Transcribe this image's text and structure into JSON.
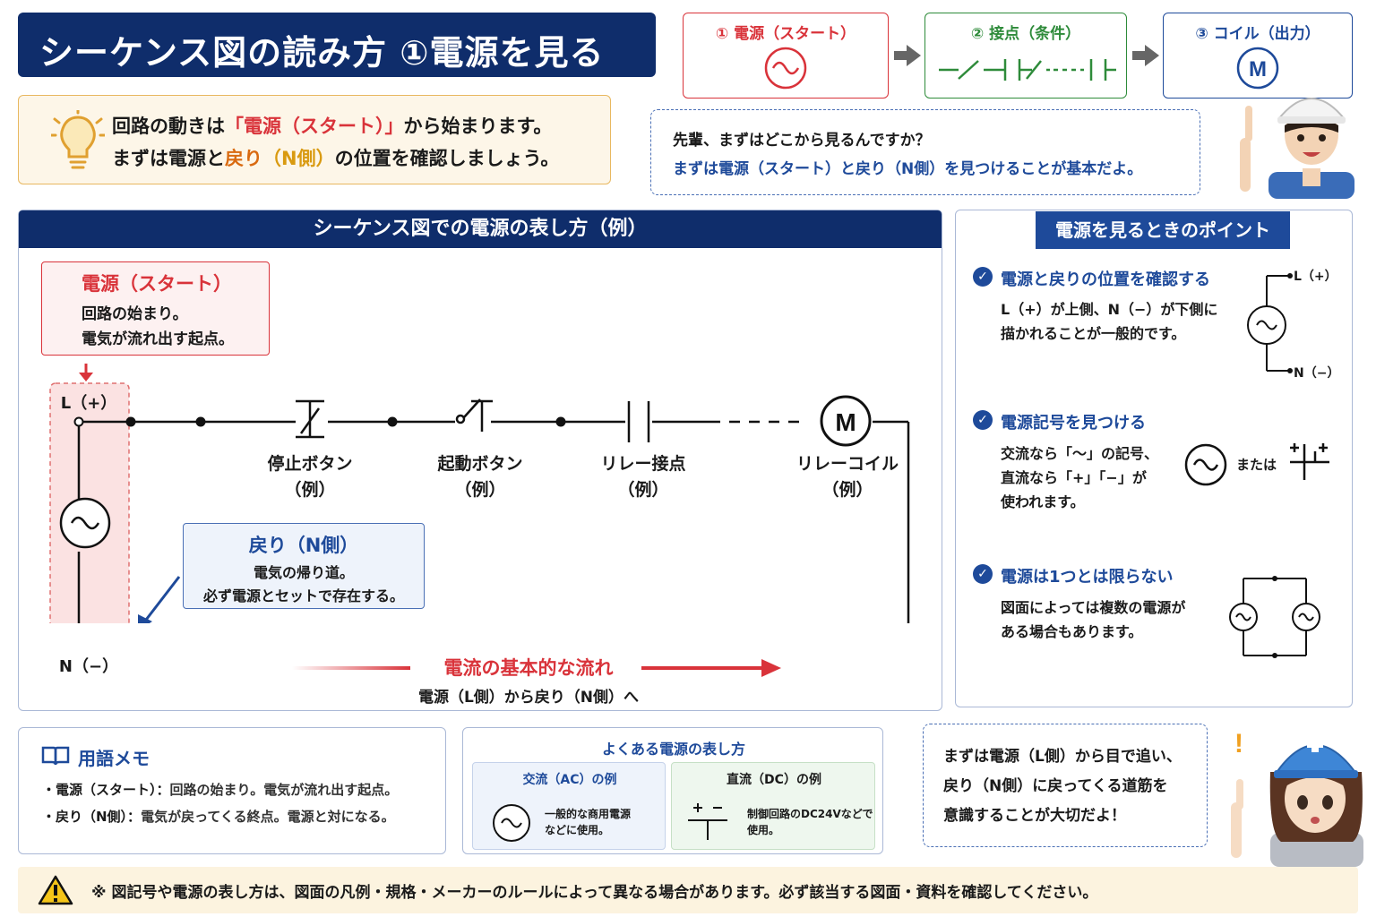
{
  "title": "シーケンス図の読み方 ①電源を見る",
  "flow": {
    "step1": "① 電源（スタート）",
    "step2": "② 接点（条件）",
    "step3": "③ コイル（出力）",
    "coil_symbol": "M"
  },
  "intro": {
    "line1_a": "回路の動きは",
    "line1_b": "「電源（スタート）」",
    "line1_c": "から始まります。",
    "line2_a": "まずは電源と",
    "line2_b": "戻り",
    "line2_c": "（N側）",
    "line2_d": "の位置を確認しましょう。"
  },
  "dialog": {
    "question": "先輩、まずはどこから見るんですか？",
    "answer": "まずは電源（スタート）と戻り（N側）を見つけることが基本だよ。"
  },
  "main_panel": {
    "heading": "シーケンス図での電源の表し方（例）",
    "start_title": "電源（スタート）",
    "start_line1": "回路の始まり。",
    "start_line2": "電気が流れ出す起点。",
    "l_label": "L（+）",
    "n_label": "N（−）",
    "return_title": "戻り（N側）",
    "return_line1": "電気の帰り道。",
    "return_line2": "必ず電源とセットで存在する。",
    "stop_button": "停止ボタン",
    "start_button": "起動ボタン",
    "relay_contact": "リレー接点",
    "relay_coil": "リレーコイル",
    "example": "（例）",
    "coil_symbol": "M",
    "flow_title": "電流の基本的な流れ",
    "flow_sub": "電源（L側）から戻り（N側）へ"
  },
  "points": {
    "heading": "電源を見るときのポイント",
    "p1_title": "電源と戻りの位置を確認する",
    "p1_line1": "L（+）が上側、N（−）が下側に",
    "p1_line2": "描かれることが一般的です。",
    "p1_l": "L（+）",
    "p1_n": "N（−）",
    "p2_title": "電源記号を見つける",
    "p2_line1": "交流なら「〜」の記号、",
    "p2_line2": "直流なら「+」「−」が",
    "p2_line3": "使われます。",
    "p2_or": "または",
    "p3_title": "電源は1つとは限らない",
    "p3_line1": "図面によっては複数の電源が",
    "p3_line2": "ある場合もあります。"
  },
  "glossary": {
    "heading": "用語メモ",
    "item1_term": "・電源（スタート）：",
    "item1_desc": "回路の始まり。電気が流れ出す起点。",
    "item2_term": "・戻り（N側）：",
    "item2_desc": "電気が戻ってくる終点。電源と対になる。"
  },
  "common": {
    "heading": "よくある電源の表し方",
    "ac_title": "交流（AC）の例",
    "ac_line1": "一般的な商用電源",
    "ac_line2": "などに使用。",
    "dc_title": "直流（DC）の例",
    "dc_line1": "制御回路のDC24Vなどで",
    "dc_line2": "使用。"
  },
  "advice": {
    "line1": "まずは電源（L側）から目で追い、",
    "line2": "戻り（N側）に戻ってくる道筋を",
    "line3": "意識することが大切だよ！"
  },
  "footer": "※ 図記号や電源の表し方は、図面の凡例・規格・メーカーのルールによって異なる場合があります。必ず該当する図面・資料を確認してください。",
  "colors": {
    "navy": "#0f2d6b",
    "red": "#d9333a",
    "green": "#2e8b3a",
    "blue": "#1e4a9a"
  }
}
